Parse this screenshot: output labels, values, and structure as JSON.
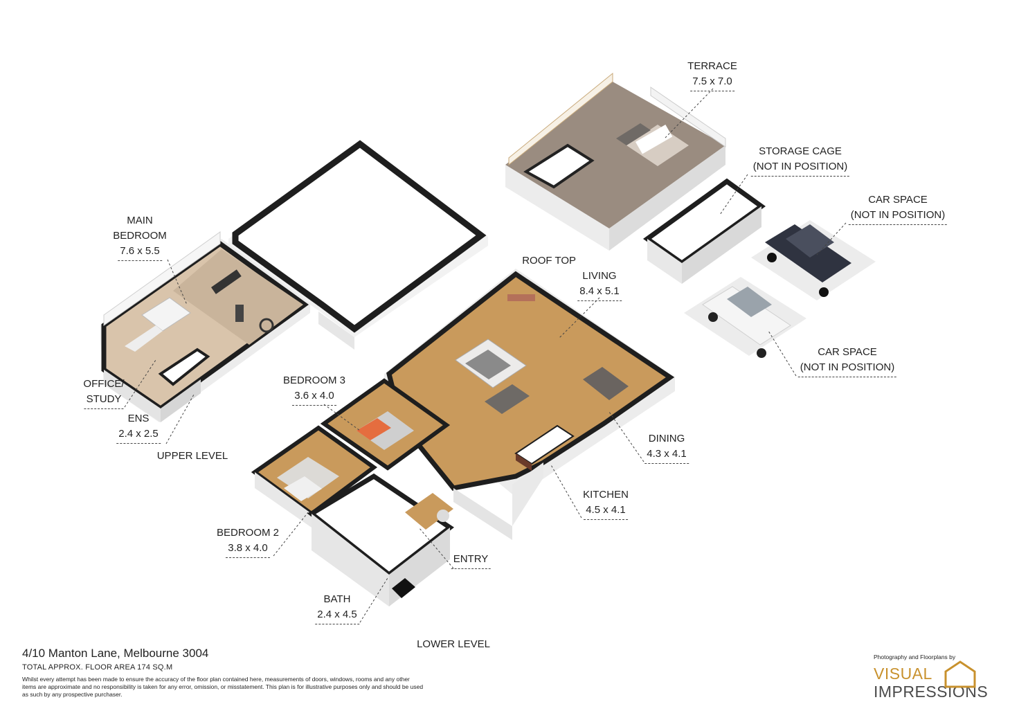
{
  "rooms": {
    "terrace": {
      "name": "TERRACE",
      "dim": "7.5 x 7.0"
    },
    "storage_cage": {
      "name": "STORAGE CAGE",
      "dim": "(NOT IN POSITION)"
    },
    "car_space_1": {
      "name": "CAR SPACE",
      "dim": "(NOT IN POSITION)"
    },
    "car_space_2": {
      "name": "CAR SPACE",
      "dim": "(NOT IN POSITION)"
    },
    "main_bedroom": {
      "name_line1": "MAIN",
      "name_line2": "BEDROOM",
      "dim": "7.6 x 5.5"
    },
    "roof_top_living": {
      "name_line1": "ROOF TOP",
      "name_line2": "LIVING",
      "dim": "8.4 x 5.1"
    },
    "bedroom_3": {
      "name": "BEDROOM 3",
      "dim": "3.6 x 4.0"
    },
    "office_study": {
      "name_line1": "OFFICE/",
      "name_line2": "STUDY"
    },
    "ens": {
      "name": "ENS",
      "dim": "2.4 x 2.5"
    },
    "dining": {
      "name": "DINING",
      "dim": "4.3 x 4.1"
    },
    "kitchen": {
      "name": "KITCHEN",
      "dim": "4.5 x 4.1"
    },
    "bedroom_2": {
      "name": "BEDROOM 2",
      "dim": "3.8 x 4.0"
    },
    "entry": {
      "name": "ENTRY"
    },
    "bath": {
      "name": "BATH",
      "dim": "2.4 x 4.5"
    }
  },
  "levels": {
    "upper": "UPPER LEVEL",
    "lower": "LOWER LEVEL"
  },
  "footer": {
    "address": "4/10 Manton Lane, Melbourne 3004",
    "total_area": "TOTAL APPROX. FLOOR AREA 174 SQ.M",
    "disclaimer": "Whilst every attempt has been made to ensure the accuracy of the floor plan contained here, measurements of doors, windows, rooms and any other items are approximate and no responsibility is taken for any error, omission, or misstatement. This plan is for illustrative purposes only and should be used as such by any prospective purchaser."
  },
  "brand": {
    "credit": "Photography and Floorplans by",
    "line1": "VISUAL",
    "line2": "IMPRESSIONS",
    "accent_color": "#c8912d"
  },
  "colors": {
    "wood_floor": "#c99a5c",
    "light_floor": "#cdb9a3",
    "wall_top": "#222222",
    "wall_side": "#e9e9e9",
    "terrace_deck": "#9a8c80"
  }
}
